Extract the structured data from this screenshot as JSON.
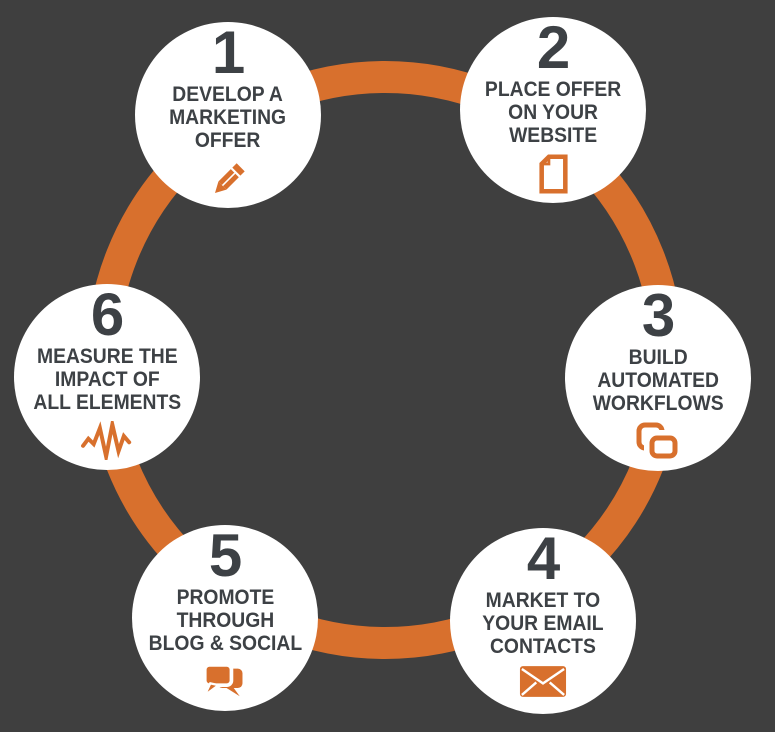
{
  "colors": {
    "background": "#3f3f3f",
    "accent": "#d8702d",
    "ink": "#3d4145",
    "node": "#ffffff"
  },
  "ring": {
    "shape": "circle",
    "stroke_width": 32
  },
  "steps": [
    {
      "number": "1",
      "lines": [
        "DEVELOP A",
        "MARKETING",
        "OFFER"
      ],
      "icon": "pencil-icon"
    },
    {
      "number": "2",
      "lines": [
        "PLACE OFFER",
        "ON YOUR",
        "WEBSITE"
      ],
      "icon": "document-icon"
    },
    {
      "number": "3",
      "lines": [
        "BUILD",
        "AUTOMATED",
        "WORKFLOWS"
      ],
      "icon": "workflow-icon"
    },
    {
      "number": "4",
      "lines": [
        "MARKET TO",
        "YOUR EMAIL",
        "CONTACTS"
      ],
      "icon": "envelope-icon"
    },
    {
      "number": "5",
      "lines": [
        "PROMOTE",
        "THROUGH",
        "BLOG & SOCIAL"
      ],
      "icon": "chat-bubbles-icon"
    },
    {
      "number": "6",
      "lines": [
        "MEASURE THE",
        "IMPACT OF",
        "ALL ELEMENTS"
      ],
      "icon": "pulse-icon"
    }
  ]
}
